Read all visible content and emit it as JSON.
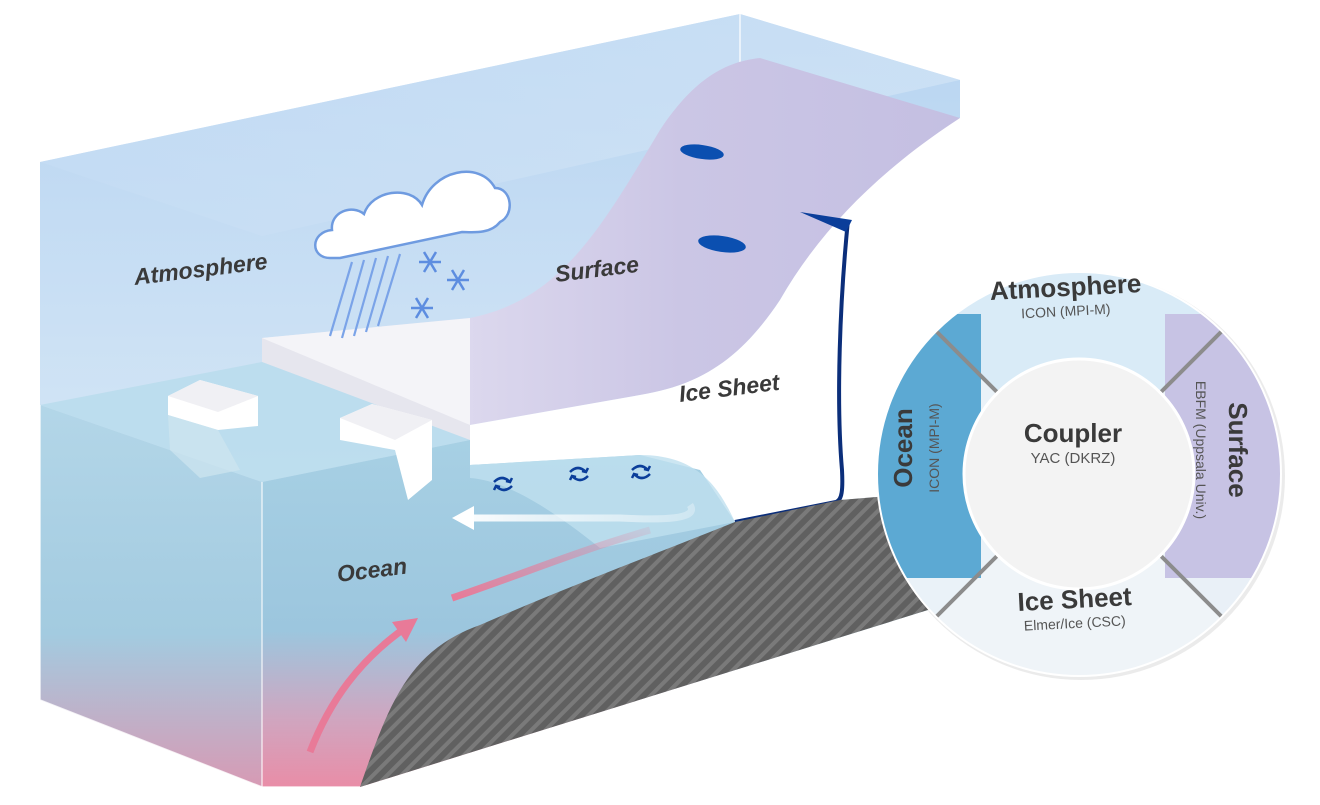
{
  "block": {
    "atmosphere_label": "Atmosphere",
    "surface_label": "Surface",
    "ice_sheet_label": "Ice Sheet",
    "ocean_label": "Ocean"
  },
  "ring": {
    "atmosphere": {
      "title": "Atmosphere",
      "model": "ICON (MPI-M)"
    },
    "surface": {
      "title": "Surface",
      "model": "EBFM (Uppsala Univ.)"
    },
    "ice_sheet": {
      "title": "Ice Sheet",
      "model": "Elmer/Ice (CSC)"
    },
    "ocean": {
      "title": "Ocean",
      "model": "ICON (MPI-M)"
    },
    "coupler": {
      "title": "Coupler",
      "model": "YAC (DKRZ)"
    }
  },
  "colors": {
    "sky_top": "#bcd6f0",
    "sky_bottom": "#dbe9f6",
    "surface": "#cfcbe6",
    "ice": "#ffffff",
    "ocean": "#9fcbe0",
    "ocean_warm": "#e88aa4",
    "bedrock": "#5a5a5a",
    "ring_atmosphere": "#d9ebf7",
    "ring_surface": "#c7c3e4",
    "ring_ocean": "#5ca9d3",
    "ring_ice": "#eff4f8",
    "meltwater": "#0b2e7a"
  }
}
